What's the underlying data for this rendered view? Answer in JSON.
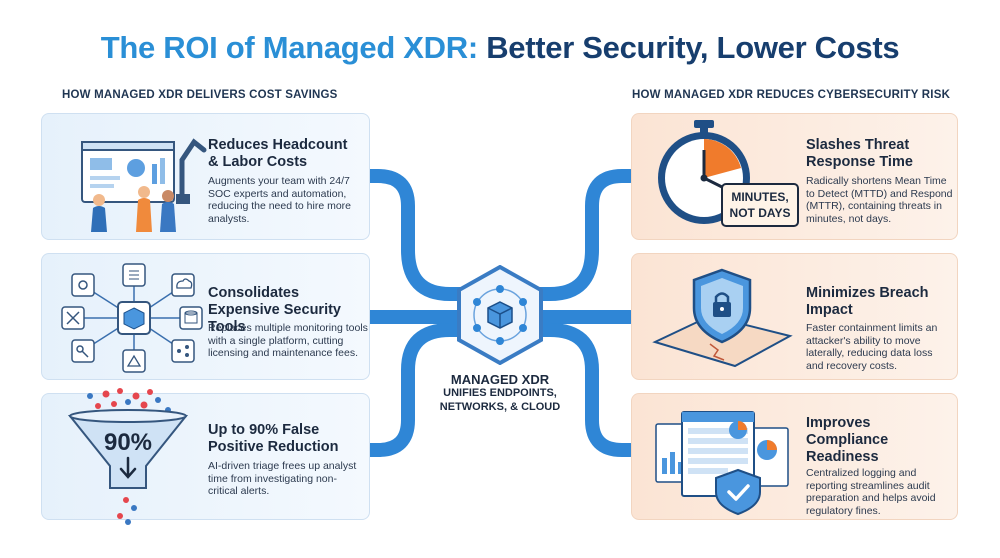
{
  "title": {
    "accent": "The ROI of Managed XDR:",
    "main": "Better Security, Lower Costs"
  },
  "left_heading": "HOW MANAGED XDR DELIVERS COST SAVINGS",
  "right_heading": "HOW MANAGED XDR REDUCES CYBERSECURITY RISK",
  "center": {
    "title": "MANAGED XDR",
    "subtitle": "UNIFIES ENDPOINTS, NETWORKS, & CLOUD"
  },
  "left_cards": [
    {
      "title": "Reduces Headcount & Labor Costs",
      "desc": "Augments your team with 24/7 SOC experts and automation, reducing the need to hire more analysts."
    },
    {
      "title": "Consolidates Expensive Security Tools",
      "desc": "Replaces multiple monitoring tools with a single platform, cutting licensing and maintenance fees."
    },
    {
      "title": "Up to 90% False Positive Reduction",
      "desc": "AI-driven triage frees up analyst time from investigating non-critical alerts.",
      "badge": "90%"
    }
  ],
  "right_cards": [
    {
      "title": "Slashes Threat Response Time",
      "desc": "Radically shortens Mean Time to Detect (MTTD) and Respond (MTTR), containing threats in minutes, not days.",
      "badge": "MINUTES, NOT DAYS"
    },
    {
      "title": "Minimizes Breach Impact",
      "desc": "Faster containment limits an attacker's ability to move laterally, reducing data loss and recovery costs."
    },
    {
      "title": "Improves Compliance Readiness",
      "desc": "Centralized logging and reporting streamlines audit preparation and helps avoid regulatory fines."
    }
  ],
  "colors": {
    "accent": "#2a8fd6",
    "navy": "#173e6e",
    "pipe": "#2f86d6",
    "orange": "#f07b2c",
    "left_card": "#e6f1fb",
    "right_card": "#fbe4d4"
  }
}
